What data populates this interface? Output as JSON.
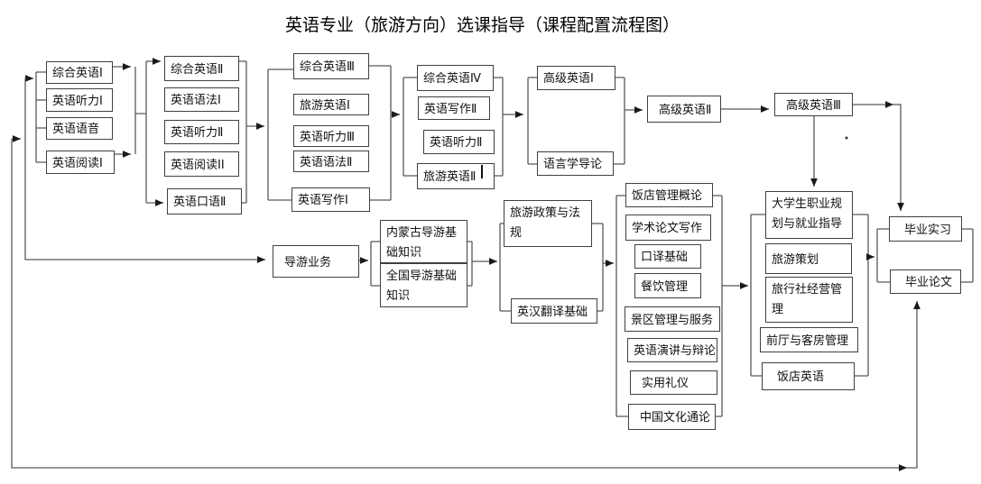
{
  "title": "英语专业（旅游方向）选课指导（课程配置流程图）",
  "groups": {
    "semester1": [
      "综合英语Ⅰ",
      "英语听力Ⅰ",
      "英语语音",
      "英语阅读Ⅰ"
    ],
    "semester2": [
      "综合英语Ⅱ",
      "英语语法Ⅰ",
      "英语听力Ⅱ",
      "英语阅读ⅠⅠ",
      "英语口语Ⅱ"
    ],
    "semester3": [
      "综合英语Ⅲ",
      "旅游英语Ⅰ",
      "英语听力Ⅲ",
      "英语语法Ⅱ",
      "英语写作Ⅰ"
    ],
    "semester4": [
      "综合英语Ⅳ",
      "英语写作Ⅱ",
      "英语听力Ⅱ",
      "旅游英语Ⅱ"
    ],
    "semester5": [
      "高级英语Ⅰ",
      "语言学导论"
    ],
    "advanced": [
      "高级英语Ⅱ",
      "高级英语Ⅲ"
    ],
    "guide": [
      "导游业务",
      "内蒙古导游基础知识",
      "全国导游基础知识"
    ],
    "translation": [
      "旅游政策与法规",
      "英汉翻译基础"
    ],
    "electives": [
      "饭店管理概论",
      "学术论文写作",
      "口译基础",
      "餐饮管理",
      "景区管理与服务",
      "英语演讲与辩论",
      "实用礼仪",
      "中国文化通论"
    ],
    "senior": [
      "大学生职业规划与就业指导",
      "旅游策划",
      "旅行社经营管理",
      "前厅与客房管理",
      "饭店英语"
    ],
    "graduation": [
      "毕业实习",
      "毕业论文"
    ]
  },
  "colors": {
    "line": "#595959",
    "arrow": "#1a1a1a",
    "border": "#404040"
  }
}
